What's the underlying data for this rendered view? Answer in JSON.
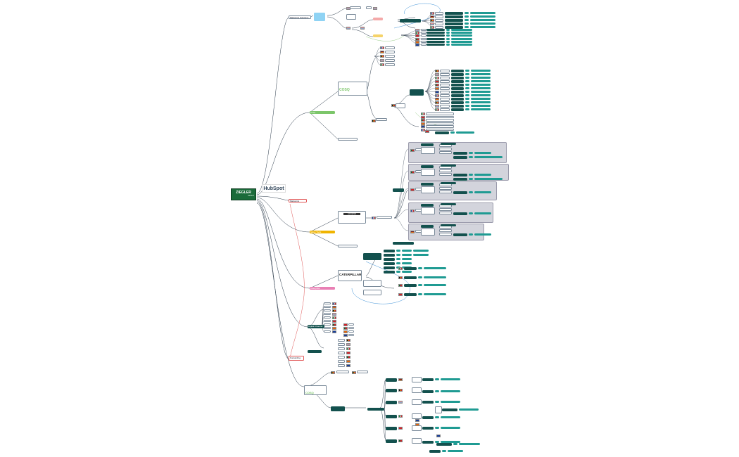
{
  "root": {
    "ziegler_logo": "ZIEGLER",
    "ziegler_sub": "GROUP",
    "hubspot_logo": "HubSpot"
  },
  "branches": [
    {
      "label": "Marketing Solutions"
    },
    {
      "label": "Marketing"
    },
    {
      "label": "Digital Channel"
    },
    {
      "label": "Sales · Cosq"
    },
    {
      "label": "Forwarding"
    }
  ],
  "green_header": "Cosq",
  "orange_header": "Sales Tools",
  "pink_header": "Caterpillar",
  "logos": {
    "cosq": "COSQ",
    "caterpillar": "CATERPILLAR",
    "badge": "ACCESS",
    "cosq2": "COSQ"
  },
  "colors": {
    "teal": "#1f9b93",
    "dark_teal": "#13514e",
    "panel": "#d3d4dc",
    "link_blue": "#3b8fd6",
    "link_red": "#e05555",
    "ziegler_green": "#1b6b3a"
  }
}
